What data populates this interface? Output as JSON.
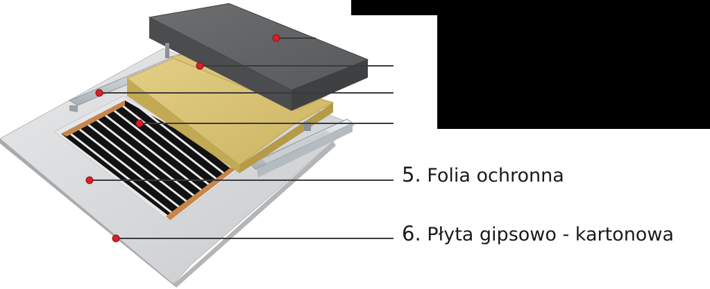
{
  "labels": [
    {
      "num": "5.",
      "text": "Folia ochronna"
    },
    {
      "num": "6.",
      "text": "Płyta gipsowo - kartonowa"
    }
  ],
  "colors": {
    "marker": "#d9202a",
    "leader": "#3a3a3a",
    "mask": "#000000",
    "board": "#d6d8da",
    "wool": "#d7c070",
    "slab": "#5f6062",
    "film": "#151515",
    "copper": "#c9854a"
  },
  "icons": [
    "red-marker-dot"
  ]
}
